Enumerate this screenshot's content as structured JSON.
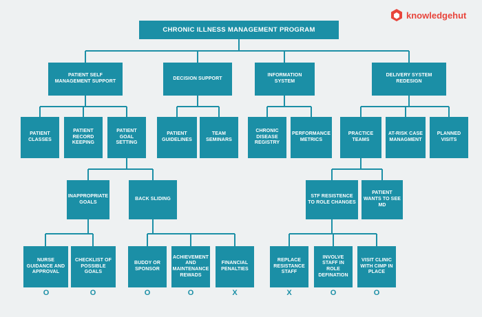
{
  "brand": {
    "name": "knowledgehut",
    "color": "#e8453c",
    "icon": "hexagon-logo-icon"
  },
  "title": "CHRONIC ILLNESS MANAGEMENT PROGRAM",
  "categories": {
    "self": "PATIENT SELF MANAGEMENT SUPPORT",
    "decision": "DECISION SUPPORT",
    "info": "INFORMATION SYSTEM",
    "delivery": "DELIVERY SYSTEM REDESIGN"
  },
  "self_items": {
    "classes": "PATIENT CLASSES",
    "record": "PATIENT RECORD KEEPING",
    "goal": "PATIENT GOAL SETTING"
  },
  "decision_items": {
    "guidelines": "PATIENT GUIDELINES",
    "seminars": "TEAM SEMINARS"
  },
  "info_items": {
    "registry": "CHRONIC DISEASE REGISTRY",
    "metrics": "PERFORMANCE METRICS"
  },
  "delivery_items": {
    "teams": "PRACTICE TEAMS",
    "atrisk": "AT-RISK CASE MANAGMENT",
    "visits": "PLANNED VISITS"
  },
  "issues": {
    "inappropriate": "INAPPROPRIATE GOALS",
    "backsliding": "BACK SLIDING",
    "stf": "STF RESISTENCE TO ROLE CHANGES",
    "md": "PATIENT WANTS TO SEE MD"
  },
  "solutions": {
    "nurse": "NURSE GUIDANCE AND APPROVAL",
    "checklist": "CHECKLIST OF POSSIBLE GOALS",
    "buddy": "BUDDY OR SPONSOR",
    "achievement": "ACHIEVEMENT AND MAINTENANCE REWADS",
    "financial": "FINANCIAL PENALTIES",
    "replace": "REPLACE RESISTANCE STAFF",
    "involve": "INVOLVE STAFF IN ROLE DEFINATION",
    "visitclinic": "VISIT CLINIC WITH CIMP IN PLACE"
  },
  "marks": {
    "nurse": "O",
    "checklist": "O",
    "buddy": "O",
    "achievement": "O",
    "financial": "X",
    "replace": "X",
    "involve": "O",
    "visitclinic": "O"
  },
  "colors": {
    "box": "#1b8fa6",
    "line": "#1b8fa6",
    "background": "#eef1f2"
  }
}
